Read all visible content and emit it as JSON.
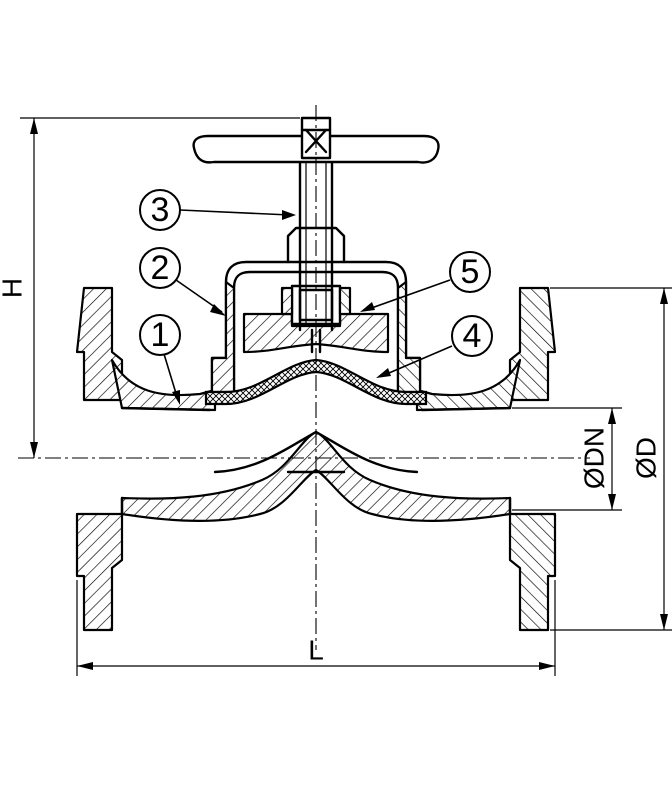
{
  "callouts": [
    {
      "number": "1"
    },
    {
      "number": "2"
    },
    {
      "number": "3"
    },
    {
      "number": "4"
    },
    {
      "number": "5"
    }
  ],
  "dimensions": {
    "height": "H",
    "length": "L",
    "nominal_diameter": "ØDN",
    "flange_diameter": "ØD"
  },
  "colors": {
    "line": "#000000",
    "background": "#ffffff"
  }
}
